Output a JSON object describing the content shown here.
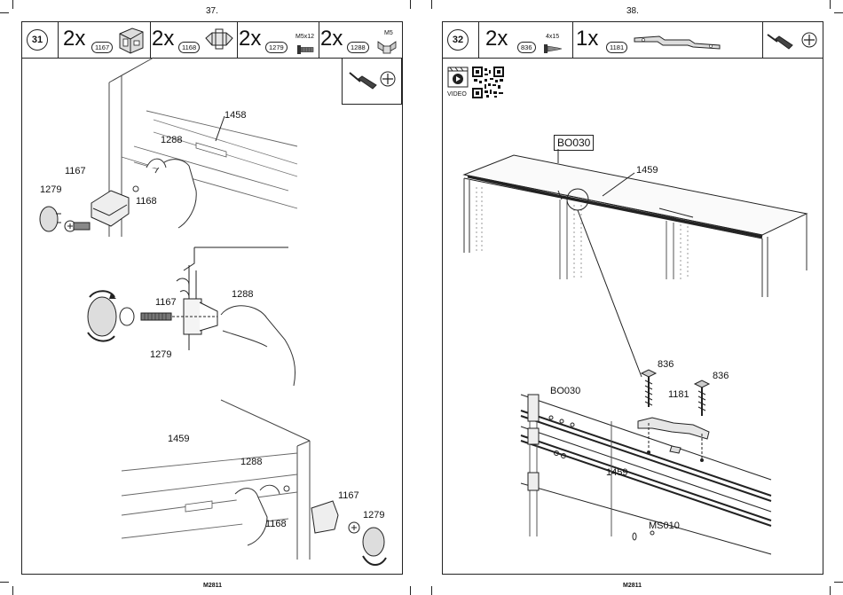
{
  "pages": {
    "left_number": "37.",
    "right_number": "38.",
    "left_footer": "M2811",
    "right_footer": "M2811"
  },
  "step31": {
    "step_number": "31",
    "parts": [
      {
        "qty": "2x",
        "code": "1167"
      },
      {
        "qty": "2x",
        "code": "1168"
      },
      {
        "qty": "2x",
        "code": "1279",
        "size": "M5x12"
      },
      {
        "qty": "2x",
        "code": "1288",
        "size": "M5"
      }
    ],
    "tool_icons": [
      "screwdriver-icon",
      "phillips-head-icon"
    ],
    "callouts": {
      "top": {
        "panel": "1458",
        "nut": "1288",
        "bracket": "1167",
        "screw": "1279",
        "clip": "1168"
      },
      "middle": {
        "bracket": "1167",
        "nut": "1288",
        "screw": "1279"
      },
      "bottom": {
        "panel": "1459",
        "nut": "1288",
        "bracket": "1167",
        "screw": "1279",
        "clip": "1168"
      }
    }
  },
  "step32": {
    "step_number": "32",
    "parts": [
      {
        "qty": "2x",
        "code": "836",
        "size": "4x15"
      },
      {
        "qty": "1x",
        "code": "1181"
      }
    ],
    "video_label": "VIDEO",
    "tool_icons": [
      "screwdriver-icon",
      "phillips-head-icon"
    ],
    "callouts": {
      "top": {
        "box_label": "BO030",
        "rail": "1459"
      },
      "detail": {
        "screw_a": "836",
        "screw_b": "836",
        "connector": "1181",
        "label_bo": "BO030",
        "rail": "1459",
        "label_ms": "MS010"
      }
    }
  }
}
